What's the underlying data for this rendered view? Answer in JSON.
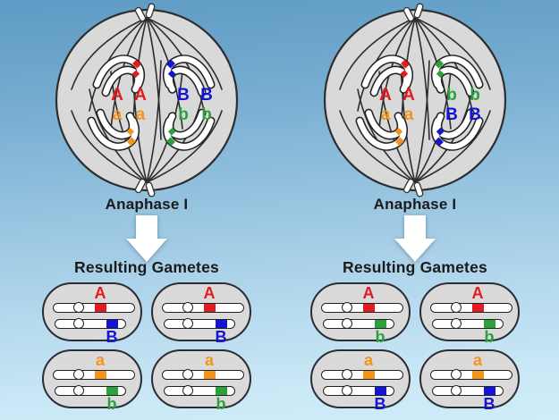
{
  "colors": {
    "red": "#e01b22",
    "blue": "#1414d2",
    "orange": "#f4941d",
    "green": "#2ca03c",
    "cell_fill": "#d9d9d9",
    "outline": "#2e2e2e",
    "spindle": "#2d2d2d",
    "chromosome_fill": "#ffffff",
    "arrow_fill": "#ffffff",
    "title_text": "#1b1b1b",
    "background_top": "#5e9bc4",
    "background_bottom": "#cfecf9"
  },
  "panels": [
    {
      "side": "left",
      "phase_label": "Anaphase I",
      "gametes_title": "Resulting Gametes",
      "cell": {
        "chromosome_groups": [
          {
            "position": "upper-left",
            "band_color_name": "red",
            "band_color": "#e01b22"
          },
          {
            "position": "upper-right",
            "band_color_name": "blue",
            "band_color": "#1414d2"
          },
          {
            "position": "lower-left",
            "band_color_name": "orange",
            "band_color": "#f4941d"
          },
          {
            "position": "lower-right",
            "band_color_name": "green",
            "band_color": "#2ca03c"
          }
        ],
        "allele_labels": [
          {
            "text": "A A",
            "color": "#e01b22",
            "row": 0,
            "col": 0
          },
          {
            "text": "B B",
            "color": "#1414d2",
            "row": 0,
            "col": 1
          },
          {
            "text": "a a",
            "color": "#f4941d",
            "row": 1,
            "col": 0
          },
          {
            "text": "b b",
            "color": "#2ca03c",
            "row": 1,
            "col": 1
          }
        ]
      },
      "gametes": [
        {
          "top_allele": "A",
          "top_color": "#e01b22",
          "bottom_allele": "B",
          "bottom_color": "#1414d2"
        },
        {
          "top_allele": "A",
          "top_color": "#e01b22",
          "bottom_allele": "B",
          "bottom_color": "#1414d2"
        },
        {
          "top_allele": "a",
          "top_color": "#f4941d",
          "bottom_allele": "b",
          "bottom_color": "#2ca03c"
        },
        {
          "top_allele": "a",
          "top_color": "#f4941d",
          "bottom_allele": "b",
          "bottom_color": "#2ca03c"
        }
      ]
    },
    {
      "side": "right",
      "phase_label": "Anaphase I",
      "gametes_title": "Resulting Gametes",
      "cell": {
        "chromosome_groups": [
          {
            "position": "upper-left",
            "band_color_name": "red",
            "band_color": "#e01b22"
          },
          {
            "position": "upper-right",
            "band_color_name": "green",
            "band_color": "#2ca03c"
          },
          {
            "position": "lower-left",
            "band_color_name": "orange",
            "band_color": "#f4941d"
          },
          {
            "position": "lower-right",
            "band_color_name": "blue",
            "band_color": "#1414d2"
          }
        ],
        "allele_labels": [
          {
            "text": "A A",
            "color": "#e01b22",
            "row": 0,
            "col": 0
          },
          {
            "text": "b b",
            "color": "#2ca03c",
            "row": 0,
            "col": 1
          },
          {
            "text": "a a",
            "color": "#f4941d",
            "row": 1,
            "col": 0
          },
          {
            "text": "B B",
            "color": "#1414d2",
            "row": 1,
            "col": 1
          }
        ]
      },
      "gametes": [
        {
          "top_allele": "A",
          "top_color": "#e01b22",
          "bottom_allele": "b",
          "bottom_color": "#2ca03c"
        },
        {
          "top_allele": "A",
          "top_color": "#e01b22",
          "bottom_allele": "b",
          "bottom_color": "#2ca03c"
        },
        {
          "top_allele": "a",
          "top_color": "#f4941d",
          "bottom_allele": "B",
          "bottom_color": "#1414d2"
        },
        {
          "top_allele": "a",
          "top_color": "#f4941d",
          "bottom_allele": "B",
          "bottom_color": "#1414d2"
        }
      ]
    }
  ]
}
